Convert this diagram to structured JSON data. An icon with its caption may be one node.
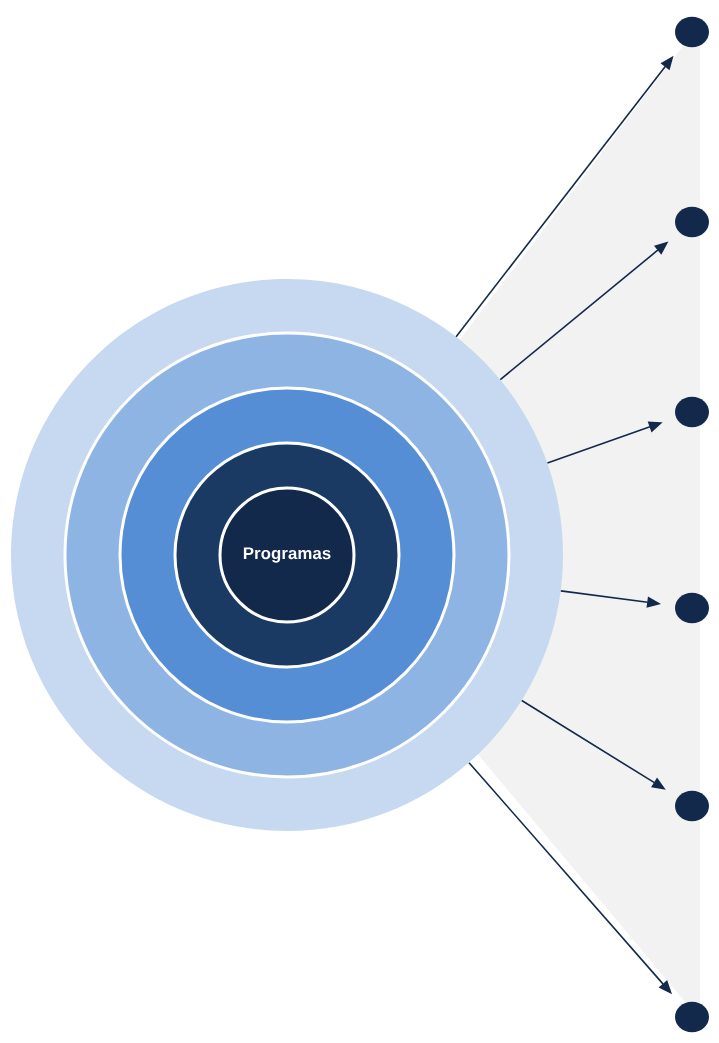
{
  "diagram": {
    "nodes": [
      {
        "text": [],
        "shape": "circle"
      },
      {
        "text": [],
        "shape": "circle",
        "in": 0
      },
      {
        "text": [],
        "shape": "circle",
        "in": 1
      },
      {
        "text": [],
        "shape": "circle",
        "in": 2
      },
      {
        "text": [
          "Programas"
        ],
        "in": 3
      },
      {
        "text": [],
        "shape": "circle"
      },
      {
        "text": [],
        "shape": "circle"
      },
      {
        "text": [],
        "shape": "circle"
      },
      {
        "text": [],
        "shape": "circle"
      },
      {
        "text": [],
        "shape": "circle"
      },
      {
        "text": [],
        "shape": "circle"
      }
    ],
    "edges": [
      {
        "from": 0,
        "to": 5,
        "arrow": "to"
      },
      {
        "from": 0,
        "to": 6,
        "arrow": "to"
      },
      {
        "from": 0,
        "to": 7,
        "arrow": "to"
      },
      {
        "from": 0,
        "to": 8,
        "arrow": "to"
      },
      {
        "from": 0,
        "to": 9,
        "arrow": "to"
      },
      {
        "from": 0,
        "to": 10,
        "arrow": "to"
      }
    ]
  }
}
